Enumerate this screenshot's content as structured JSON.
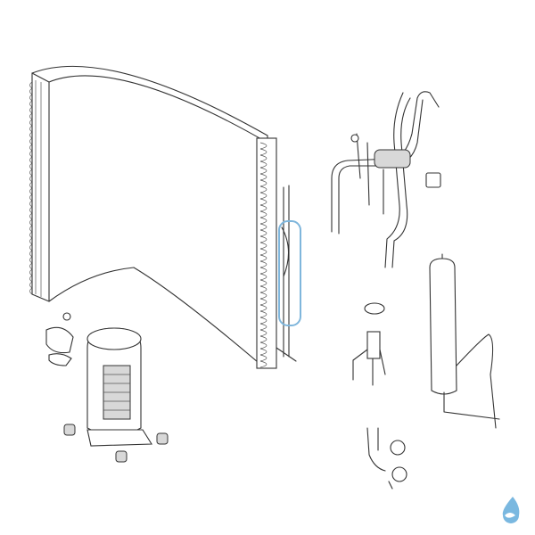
{
  "diagram": {
    "highlight_color": "#7fb6dc",
    "line_color": "#333333",
    "logo_color": "#7ab8e0",
    "parts": [
      {
        "name": "condenser-coil"
      },
      {
        "name": "capillary-tube-assembly",
        "highlighted": true
      },
      {
        "name": "compressor"
      },
      {
        "name": "compressor-terminal-cover"
      },
      {
        "name": "compressor-rubber-feet"
      },
      {
        "name": "four-way-valve-assembly"
      },
      {
        "name": "coil-connector"
      },
      {
        "name": "expansion-valve"
      },
      {
        "name": "liquid-receiver"
      },
      {
        "name": "service-valves"
      }
    ]
  },
  "logo": {
    "icon": "water-drop-logo-icon"
  }
}
